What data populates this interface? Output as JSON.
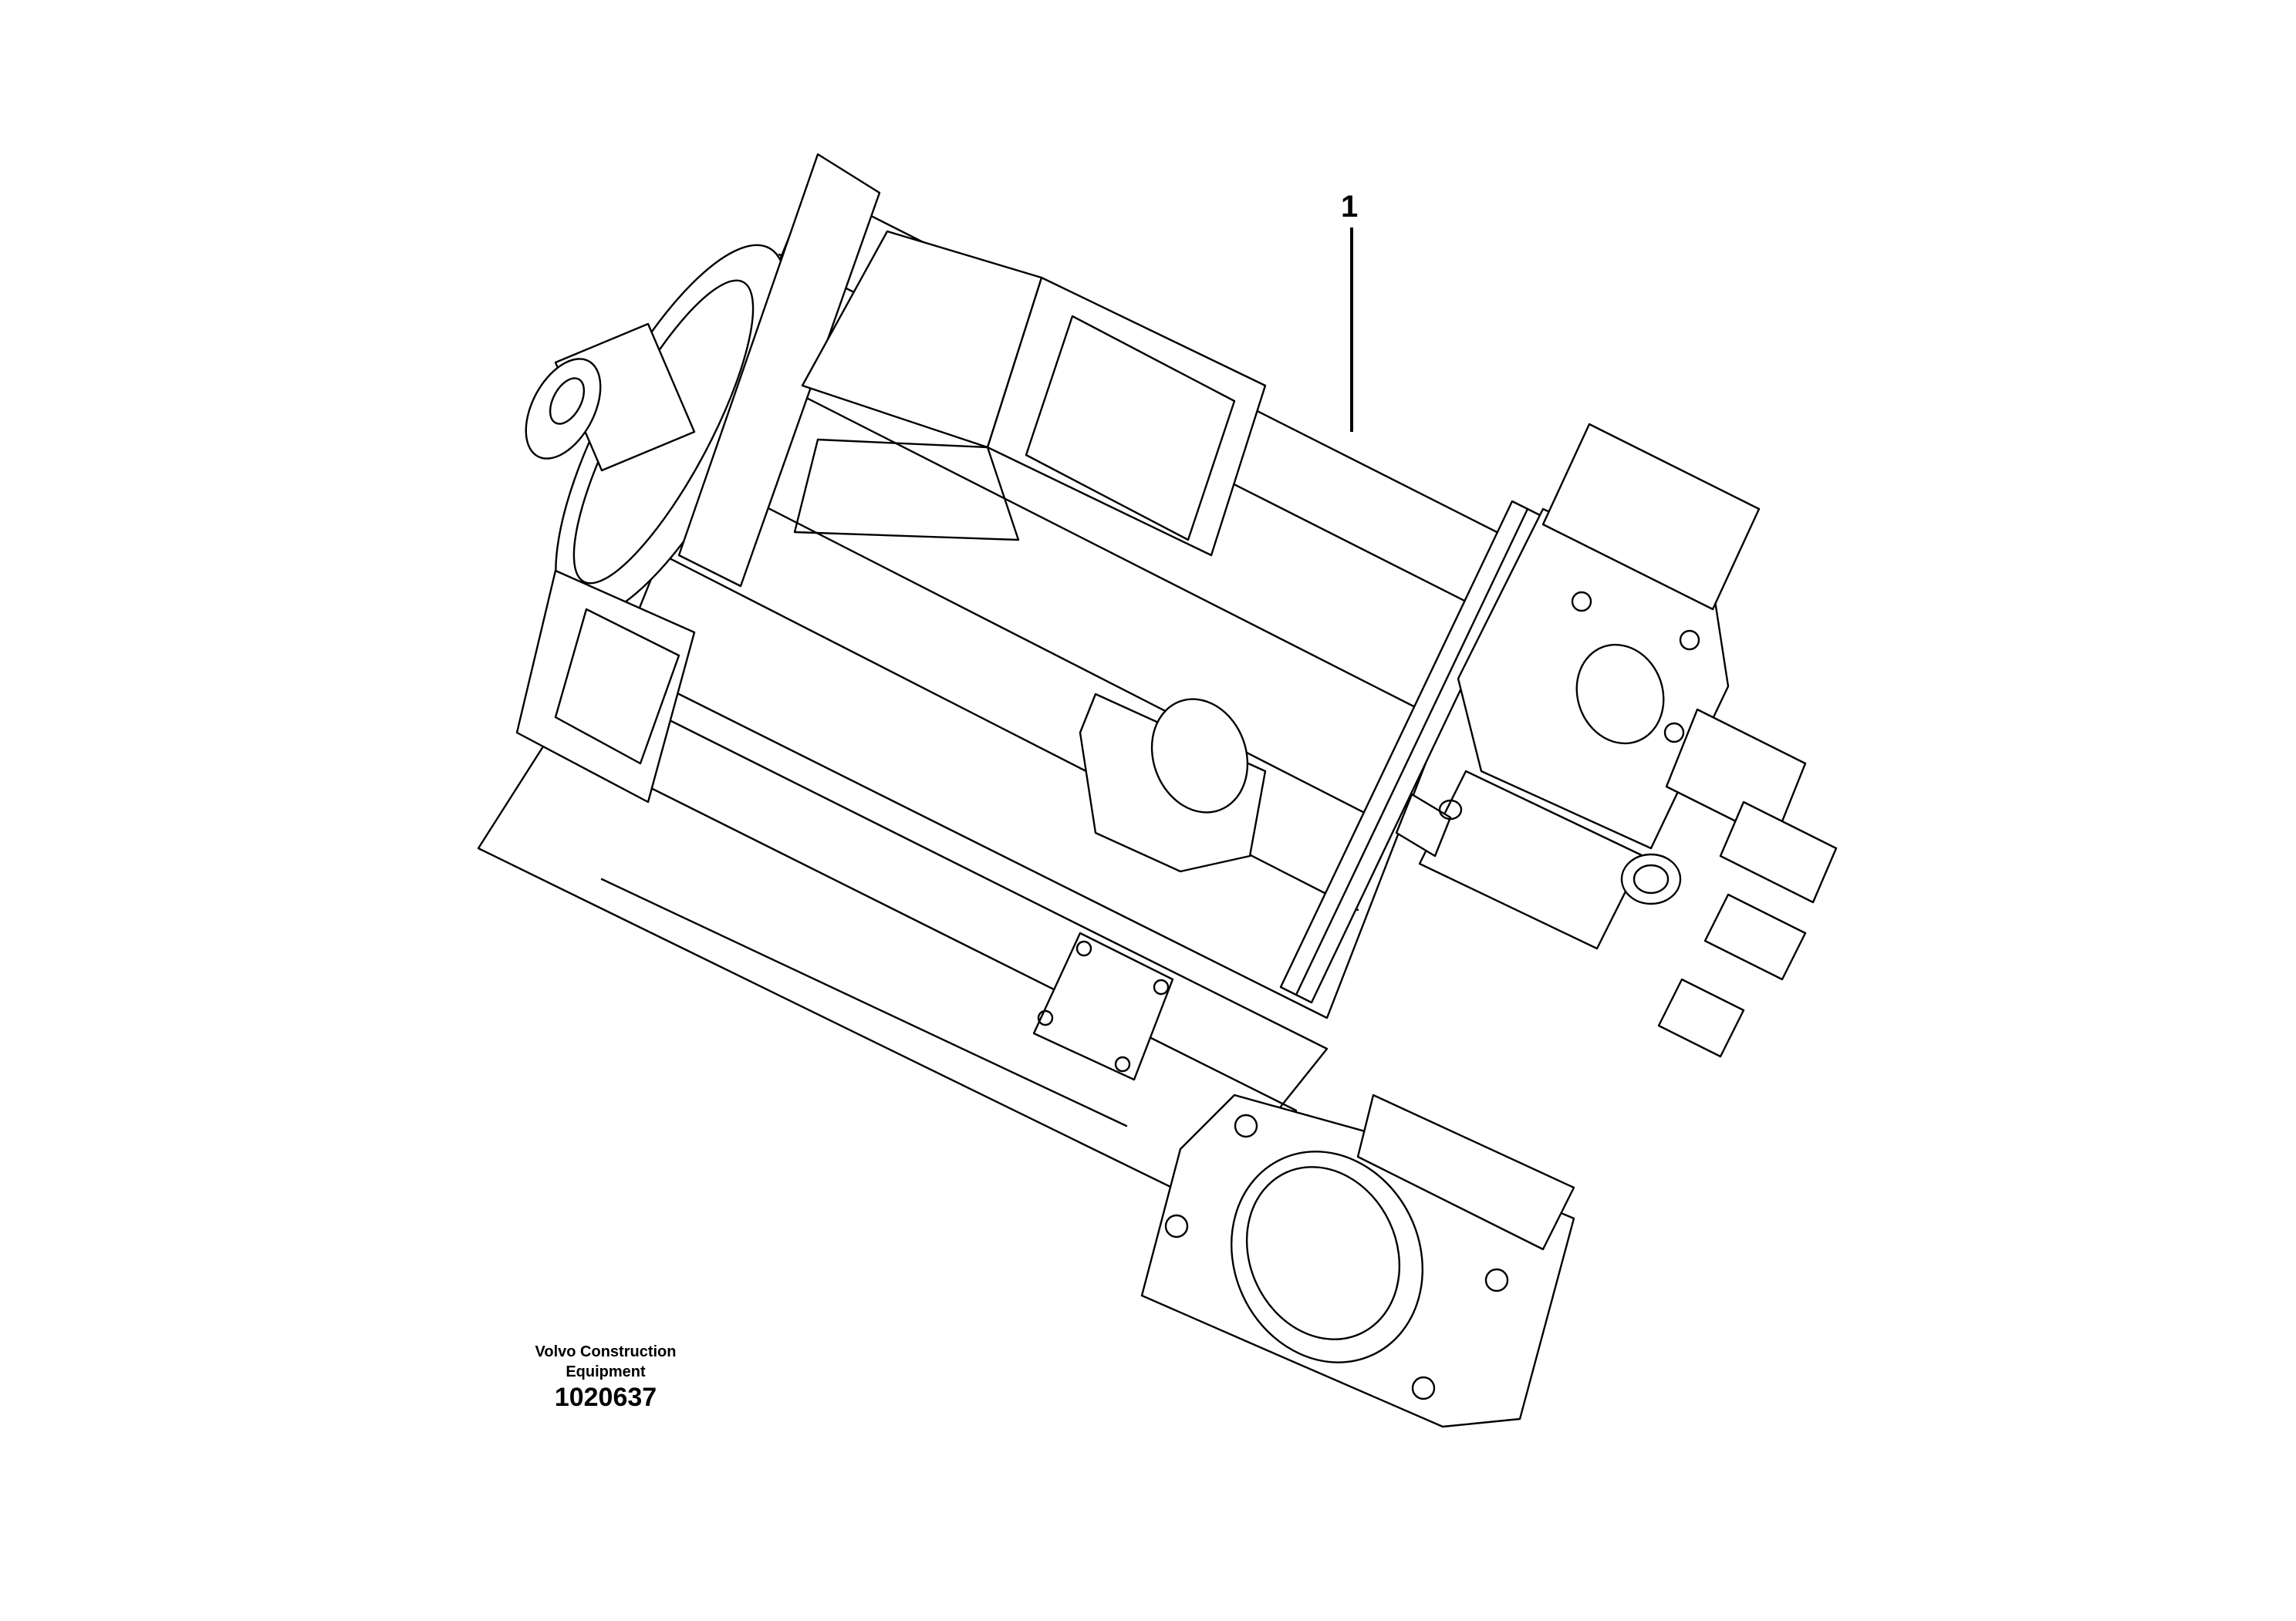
{
  "callouts": [
    {
      "label": "1"
    }
  ],
  "footer": {
    "manufacturer_line1": "Volvo Construction",
    "manufacturer_line2": "Equipment",
    "drawing_number": "1020637"
  }
}
